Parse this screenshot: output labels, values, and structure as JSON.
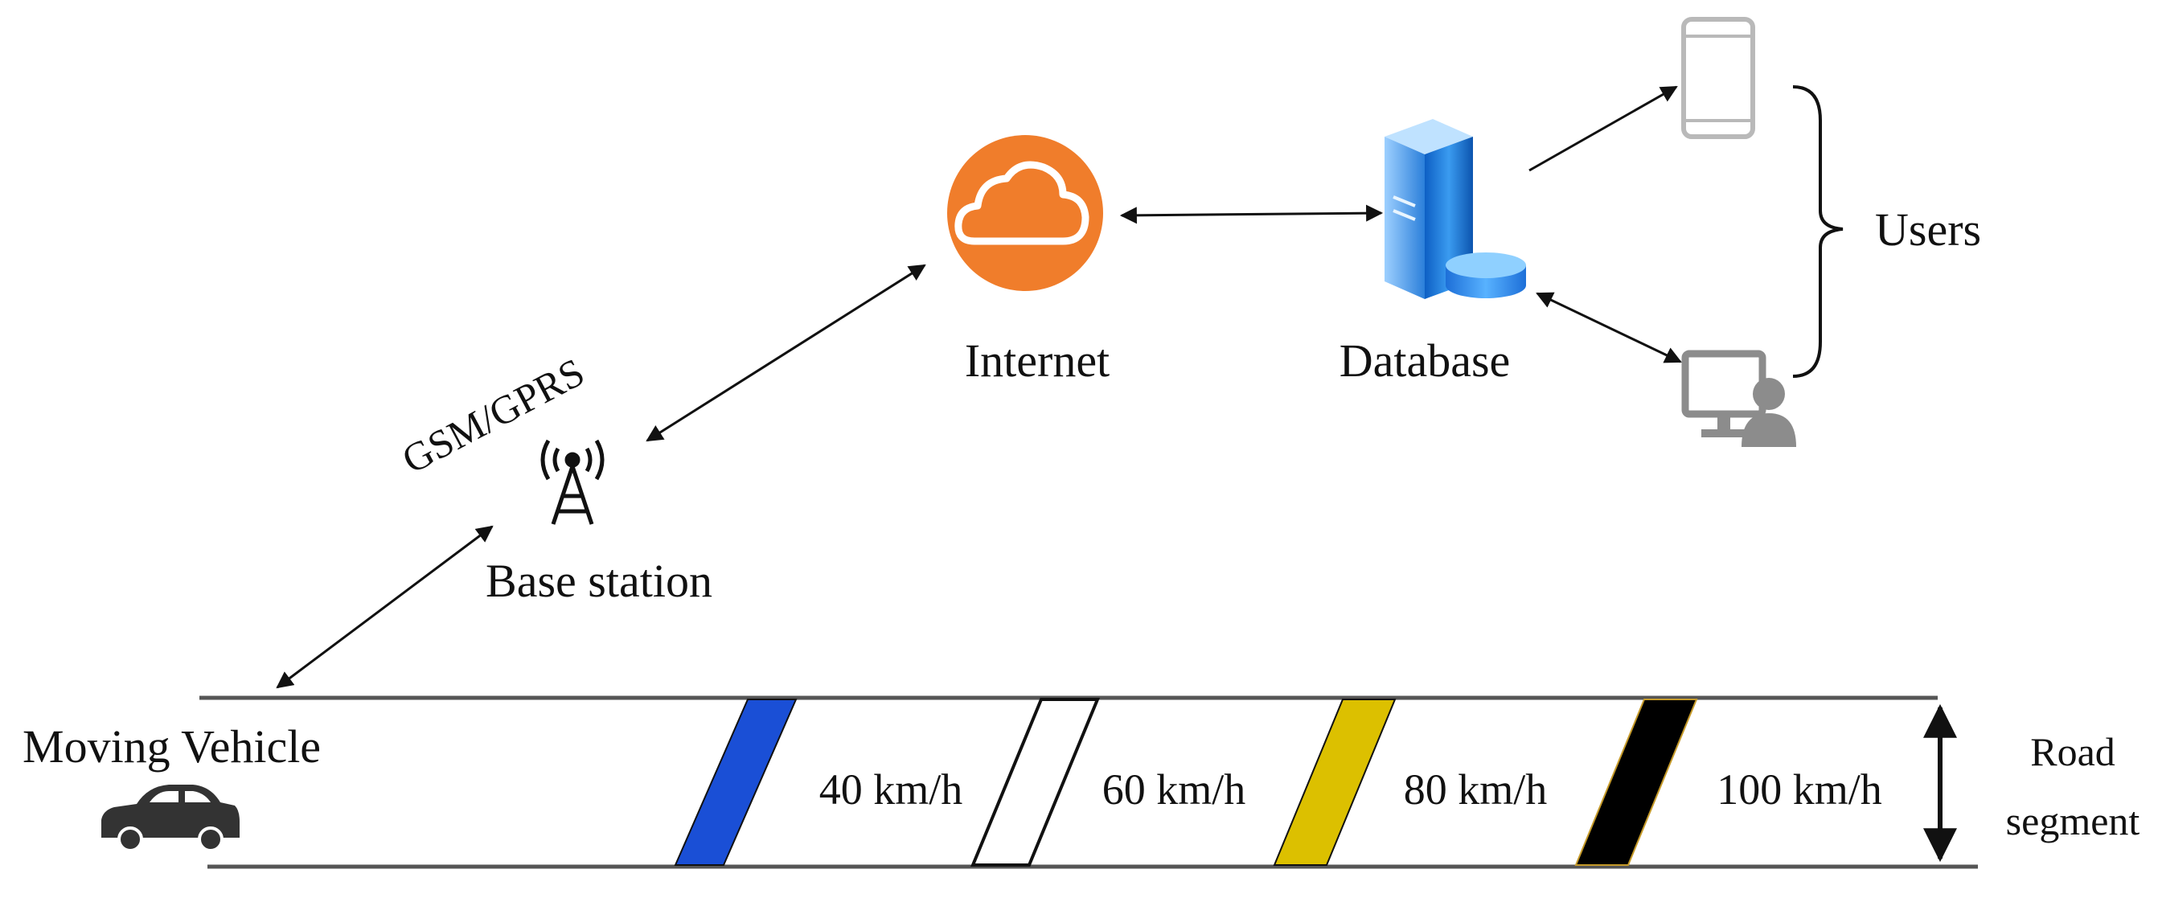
{
  "labels": {
    "internet": "Internet",
    "database": "Database",
    "users": "Users",
    "gsm": "GSM/GPRS",
    "base_station": "Base station",
    "moving_vehicle": "Moving Vehicle",
    "road_line1": "Road",
    "road_line2": "segment"
  },
  "speed_zones": [
    {
      "label": "40 km/h",
      "color": "#1a4fd6"
    },
    {
      "label": "60 km/h",
      "color": "#ffffff"
    },
    {
      "label": "80 km/h",
      "color": "#dcc000"
    },
    {
      "label": "100 km/h",
      "color": "#000000"
    }
  ],
  "colors": {
    "cloud": "#f07d2b",
    "server": "#1f7fe0",
    "device": "#b9b9b9",
    "line": "#111111",
    "car": "#333333"
  },
  "icons": {
    "internet": "cloud-icon",
    "database": "server-database-icon",
    "phone": "mobile-phone-icon",
    "desktop": "desktop-user-icon",
    "tower": "antenna-tower-icon",
    "car": "car-icon"
  }
}
